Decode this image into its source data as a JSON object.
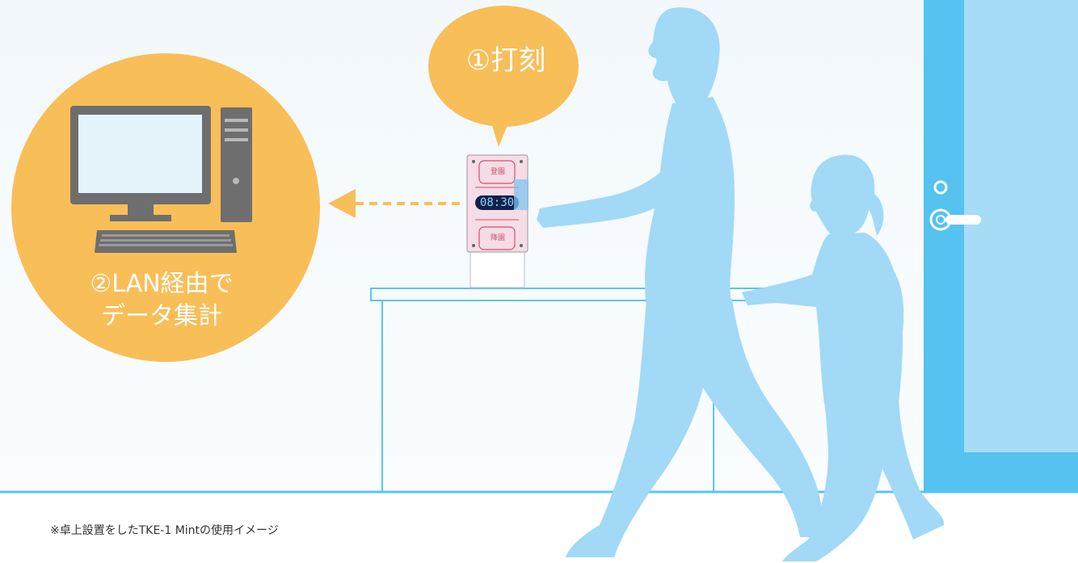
{
  "step1": {
    "text": "①打刻"
  },
  "step2": {
    "line1": "②LAN経由で",
    "line2": "データ集計"
  },
  "caption": "※卓上設置をしたTKE-1 Mintの使用イメージ",
  "device": {
    "clock": "08:30",
    "label_in": "登園",
    "label_out": "降園"
  },
  "colors": {
    "bubble": "#f8be58",
    "silhouette": "#a1d9f7",
    "door_frame": "#55c2ef",
    "door_panel": "#a6dcf5",
    "outline": "#5cc5ef",
    "computer": "#6e6e6e",
    "screen": "#e5f3fb",
    "device_body": "#f6dce6",
    "accent": "#d0506f"
  },
  "icons": [
    "computer-icon",
    "arrow-left-icon",
    "door-handle-icon",
    "time-clock-device-icon",
    "woman-silhouette",
    "girl-silhouette"
  ]
}
